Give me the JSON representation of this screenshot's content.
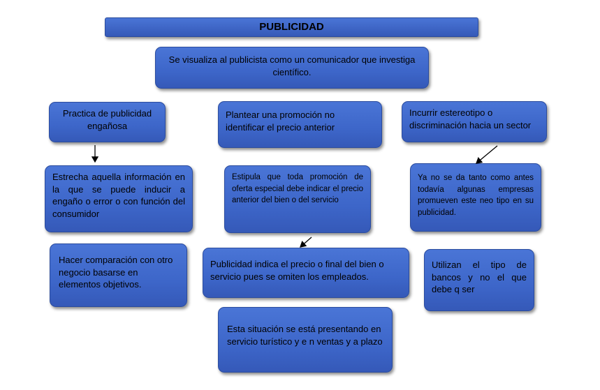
{
  "title": "PUBLICIDAD",
  "intro": "Se visualiza al publicista como un comunicador que investiga científico.",
  "columns": {
    "left": {
      "heading": "Practica de publicidad engañosa",
      "detail": "Estrecha aquella información en la que se puede inducir a engaño o error o con función del consumidor",
      "extra": "Hacer comparación con otro negocio basarse en elementos objetivos."
    },
    "middle": {
      "heading": "Plantear una promoción no identificar el precio anterior",
      "detail": "Estipula que toda promoción de oferta especial debe indicar el precio anterior del bien o del servicio",
      "extra": "Publicidad indica el precio o final del bien o servicio pues se omiten los empleados.",
      "bottom": "Esta situación se está presentando en servicio turístico y e n ventas y a plazo"
    },
    "right": {
      "heading": "Incurrir estereotipo o discriminación hacia un sector",
      "detail": "Ya no se da tanto como antes todavía algunas empresas promueven este neo tipo en su publicidad.",
      "extra": "Utilizan el tipo de bancos y no el que debe q ser"
    }
  },
  "colors": {
    "box_fill": "#3d66c9",
    "box_border": "#2b4c9e",
    "text": "#000000",
    "arrow": "#000000"
  }
}
